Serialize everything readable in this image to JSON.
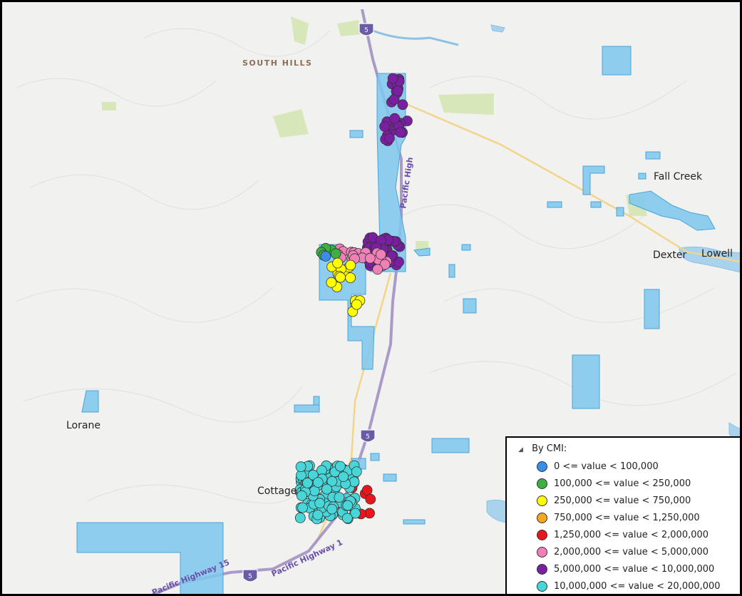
{
  "map": {
    "place_labels": {
      "south_hills": "SOUTH HILLS",
      "fall_creek": "Fall Creek",
      "dexter": "Dexter",
      "lowell": "Lowell",
      "lorane": "Lorane",
      "cottage": "Cottage"
    },
    "highway_labels": {
      "pacific_hwy_north": "Pacific High",
      "pacific_hwy_south": "Pacific Highway 15",
      "pacific_hwy_south2": "Pacific Highway 1"
    },
    "shield_numbers": [
      "5",
      "5",
      "5"
    ],
    "colors": {
      "land": "#f1f1ef",
      "water": "#a9d3ec",
      "parcel_fill": "#7ec7ef",
      "parcel_stroke": "#4aa3d8",
      "road_major": "#a99ac7",
      "road_minor": "#f2d58a",
      "park": "#d8e7b9"
    }
  },
  "legend": {
    "title": "By CMI:",
    "items": [
      {
        "label": "0 <= value < 100,000",
        "color": "#3a8ee6"
      },
      {
        "label": "100,000 <= value < 250,000",
        "color": "#3cb043"
      },
      {
        "label": "250,000 <= value < 750,000",
        "color": "#ffff00"
      },
      {
        "label": "750,000 <= value < 1,250,000",
        "color": "#f5a623"
      },
      {
        "label": "1,250,000 <= value < 2,000,000",
        "color": "#e8161c"
      },
      {
        "label": "2,000,000 <= value < 5,000,000",
        "color": "#f080b8"
      },
      {
        "label": "5,000,000 <= value < 10,000,000",
        "color": "#7b1fa2"
      },
      {
        "label": "10,000,000 <= value < 20,000,000",
        "color": "#49d6d8"
      }
    ]
  }
}
